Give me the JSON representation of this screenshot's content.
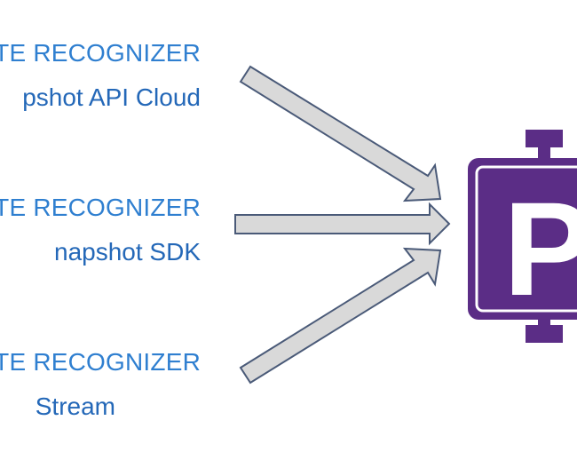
{
  "sources": [
    {
      "title": "TE RECOGNIZER",
      "subtitle": "pshot API Cloud"
    },
    {
      "title": "TE RECOGNIZER",
      "subtitle": "napshot SDK"
    },
    {
      "title": "TE RECOGNIZER",
      "subtitle": "Stream"
    }
  ],
  "target": {
    "letter": "P",
    "icon": "parking-sign-icon",
    "color": "#5b2d86"
  },
  "colors": {
    "label": "#2f7fd0",
    "arrow_fill": "#d9d9d9",
    "arrow_stroke": "#4a5a78"
  }
}
